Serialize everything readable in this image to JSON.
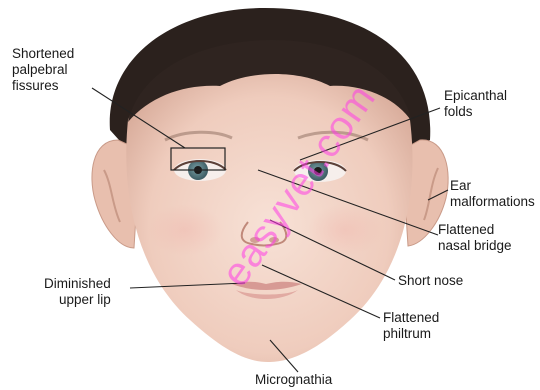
{
  "labels": {
    "shortened_palpebral_fissures": "Shortened\npalpebral\nfissures",
    "epicanthal_folds": "Epicanthal\nfolds",
    "ear_malformations": "Ear\nmalformations",
    "flattened_nasal_bridge": "Flattened\nnasal bridge",
    "short_nose": "Short nose",
    "diminished_upper_lip": "Diminished\nupper lip",
    "flattened_philtrum": "Flattened\nphiltrum",
    "micrognathia": "Micrognathia"
  },
  "watermark": "easyvet.com",
  "colors": {
    "skin": "#f2d3c4",
    "hair": "#2b211d",
    "iris": "#5a7f86",
    "lip": "#d79a94",
    "watermark": "#ff3ce6"
  }
}
